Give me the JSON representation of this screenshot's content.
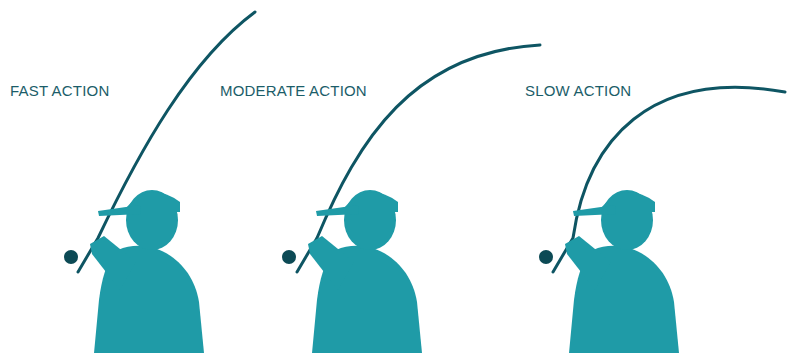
{
  "diagram": {
    "labels": [
      "FAST ACTION",
      "MODERATE ACTION",
      "SLOW ACTION"
    ]
  }
}
